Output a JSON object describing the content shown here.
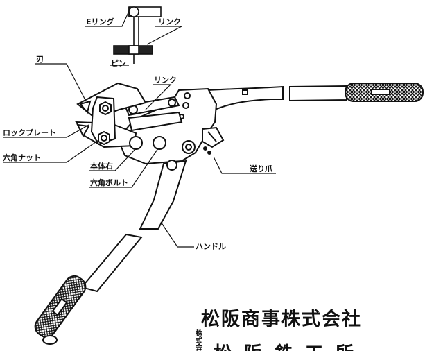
{
  "labels": {
    "e_ring": "Eリング",
    "link_top": "リンク",
    "pin": "ピン",
    "blade": "刃",
    "link": "リンク",
    "lock_plate": "ロックプレート",
    "hex_nut": "六角ナット",
    "body_right": "本体右",
    "hex_bolt": "六角ボルト",
    "feed_pawl": "送り爪",
    "handle": "ハンドル"
  },
  "company": {
    "line1": "松阪商事株式会社",
    "line2_prefix": "株式会社",
    "line2": "松阪鉄工所"
  },
  "colors": {
    "ink": "#111111",
    "paper": "#ffffff"
  }
}
